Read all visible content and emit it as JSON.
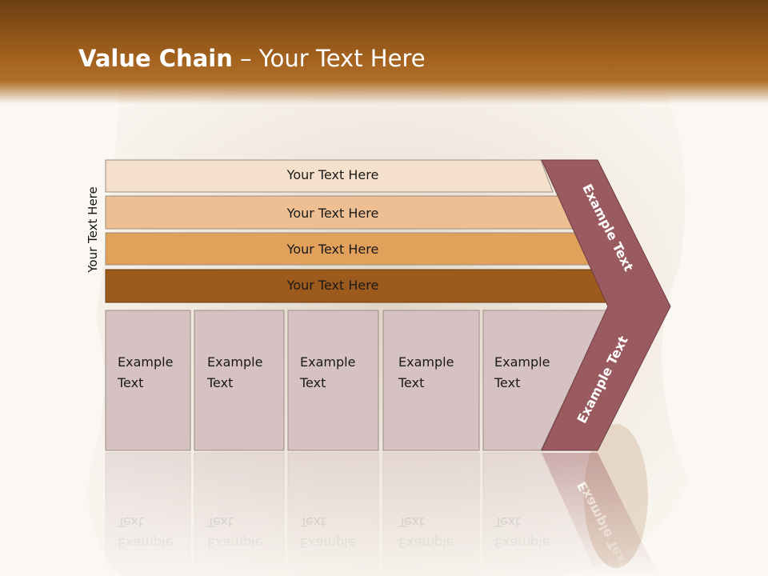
{
  "title": {
    "bold": "Value Chain",
    "rest": " – Your Text Here"
  },
  "side_label": "Your Text Here",
  "bars": [
    {
      "label": "Your Text Here",
      "color": "#f5e1cb"
    },
    {
      "label": "Your Text Here",
      "color": "#edbf93"
    },
    {
      "label": "Your Text Here",
      "color": "#e1a15b"
    },
    {
      "label": "Your Text Here",
      "color": "#9c5a1d"
    }
  ],
  "boxes": [
    {
      "line1": "Example",
      "line2": "Text"
    },
    {
      "line1": "Example",
      "line2": "Text"
    },
    {
      "line1": "Example",
      "line2": "Text"
    },
    {
      "line1": "Example",
      "line2": "Text"
    },
    {
      "line1": "Example",
      "line2": "Text"
    }
  ],
  "chevron": {
    "top_label": "Example Text",
    "bottom_label": "Example Text",
    "color": "#9a5b60"
  },
  "box_color": "#d6c1c3"
}
